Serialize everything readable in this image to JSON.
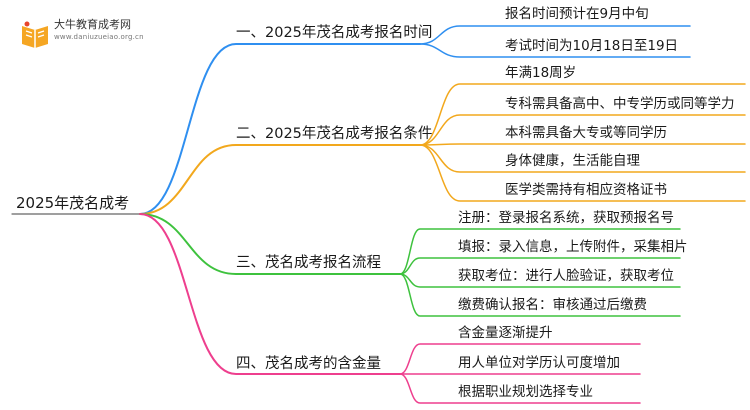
{
  "logo": {
    "title": "大牛教育成考网",
    "url": "www.daniuzueiao.org.cn"
  },
  "root": "2025年茂名成考",
  "colors": {
    "blue": "#2f8ff0",
    "orange": "#f2a81d",
    "green": "#3ec23e",
    "pink": "#ee3f8e"
  },
  "branches": [
    {
      "label": "一、2025年茂名成考报名时间",
      "color": "blue",
      "leaves": [
        "报名时间预计在9月中旬",
        "考试时间为10月18日至19日"
      ]
    },
    {
      "label": "二、2025年茂名成考报名条件",
      "color": "orange",
      "leaves": [
        "年满18周岁",
        "专科需具备高中、中专学历或同等学力",
        "本科需具备大专或等同学历",
        "身体健康，生活能自理",
        "医学类需持有相应资格证书"
      ]
    },
    {
      "label": "三、茂名成考报名流程",
      "color": "green",
      "leaves": [
        "注册：登录报名系统，获取预报名号",
        "填报：录入信息，上传附件，采集相片",
        "获取考位：进行人脸验证，获取考位",
        "缴费确认报名：审核通过后缴费"
      ]
    },
    {
      "label": "四、茂名成考的含金量",
      "color": "pink",
      "leaves": [
        "含金量逐渐提升",
        "用人单位对学历认可度增加",
        "根据职业规划选择专业"
      ]
    }
  ]
}
